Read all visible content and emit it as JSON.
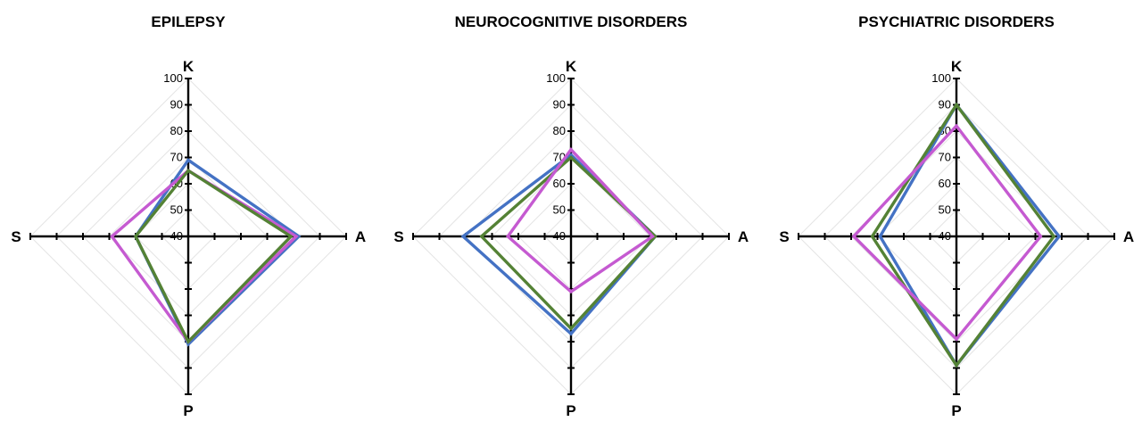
{
  "chart_data": [
    {
      "type": "radar",
      "title": "EPILEPSY",
      "axes": [
        "K",
        "A",
        "P",
        "S"
      ],
      "rlim": [
        40,
        100
      ],
      "ticks": [
        40,
        50,
        60,
        70,
        80,
        90,
        100
      ],
      "grid": true,
      "series": [
        {
          "color": "#4472c4",
          "values": [
            69,
            82,
            81,
            60
          ]
        },
        {
          "color": "#c55ad1",
          "values": [
            65,
            81,
            80,
            69
          ]
        },
        {
          "color": "#548235",
          "values": [
            65,
            79,
            80,
            60
          ]
        }
      ]
    },
    {
      "type": "radar",
      "title": "NEUROCOGNITIVE DISORDERS",
      "axes": [
        "K",
        "A",
        "P",
        "S"
      ],
      "rlim": [
        40,
        100
      ],
      "ticks": [
        40,
        50,
        60,
        70,
        80,
        90,
        100
      ],
      "grid": true,
      "series": [
        {
          "color": "#4472c4",
          "values": [
            71,
            72,
            77,
            81
          ]
        },
        {
          "color": "#548235",
          "values": [
            70,
            72,
            75,
            74
          ]
        },
        {
          "color": "#c55ad1",
          "values": [
            73,
            71,
            61,
            64
          ]
        }
      ]
    },
    {
      "type": "radar",
      "title": "PSYCHIATRIC DISORDERS",
      "axes": [
        "K",
        "A",
        "P",
        "S"
      ],
      "rlim": [
        40,
        100
      ],
      "ticks": [
        40,
        50,
        60,
        70,
        80,
        90,
        100
      ],
      "grid": true,
      "series": [
        {
          "color": "#4472c4",
          "values": [
            90,
            79,
            89,
            69
          ]
        },
        {
          "color": "#548235",
          "values": [
            90,
            77,
            89,
            72
          ]
        },
        {
          "color": "#c55ad1",
          "values": [
            82,
            72,
            79,
            79
          ]
        }
      ]
    }
  ]
}
